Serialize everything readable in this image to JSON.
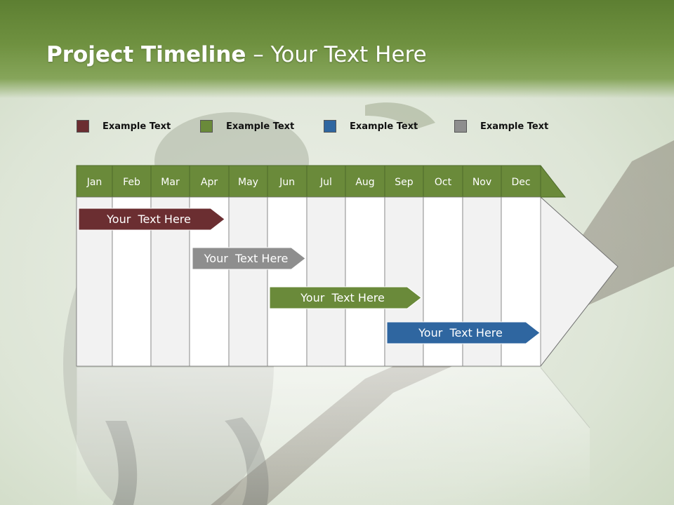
{
  "title": {
    "bold": "Project Timeline",
    "rest": " – Your Text Here"
  },
  "legend": [
    {
      "label": "Example Text",
      "color": "#6b2e31"
    },
    {
      "label": "Example Text",
      "color": "#6a8a3a"
    },
    {
      "label": "Example Text",
      "color": "#2f66a0"
    },
    {
      "label": "Example Text",
      "color": "#8e8e8e"
    }
  ],
  "months": [
    "Jan",
    "Feb",
    "Mar",
    "Apr",
    "May",
    "Jun",
    "Jul",
    "Aug",
    "Sep",
    "Oct",
    "Nov",
    "Dec"
  ],
  "header_color": "#6a8a3a",
  "tasks": [
    {
      "label": "Your  Text Here",
      "color": "#6b2e31"
    },
    {
      "label": "Your  Text Here",
      "color": "#8e8e8e"
    },
    {
      "label": "Your  Text Here",
      "color": "#6a8a3a"
    },
    {
      "label": "Your  Text Here",
      "color": "#2f66a0"
    }
  ]
}
